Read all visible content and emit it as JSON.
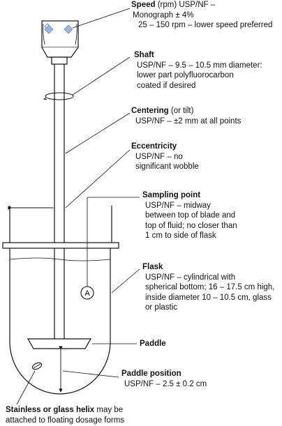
{
  "annotations": {
    "speed": {
      "title": "Speed",
      "title_suffix": " (rpm) USP/NF –",
      "lines": [
        "Monograph ± 4%",
        "25 – 150 rpm – lower speed preferred"
      ]
    },
    "shaft": {
      "title": "Shaft",
      "lines": [
        "USP/NF – 9.5 – 10.5 mm diameter:",
        "lower part polyfluorocarbon",
        "coated if desired"
      ]
    },
    "centering": {
      "title": "Centering",
      "title_suffix": " (or tilt)",
      "lines": [
        "USP/NF – ±2 mm at all points"
      ]
    },
    "eccentricity": {
      "title": "Eccentricity",
      "lines": [
        "USP/NF – no",
        "significant wobble"
      ]
    },
    "sampling": {
      "title": "Sampling point",
      "lines": [
        "USP/NF – midway",
        "between top of blade and",
        "top of fluid; no closer than",
        "1 cm to side of flask"
      ]
    },
    "flask": {
      "title": "Flask",
      "lines": [
        "USP/NF – cylindrical with",
        "spherical bottom; 16 – 17.5 cm high,",
        "inside diameter 10 – 10.5 cm, glass",
        "or plastic"
      ]
    },
    "paddle": {
      "title": "Paddle"
    },
    "paddle_position": {
      "title": "Paddle position",
      "lines": [
        "USP/NF – 2.5 ± 0.2 cm"
      ]
    },
    "helix": {
      "title": "Stainless or glass helix",
      "title_suffix": " may be",
      "lines": [
        "attached to floating dosage forms"
      ]
    }
  },
  "sample_marker": "A"
}
